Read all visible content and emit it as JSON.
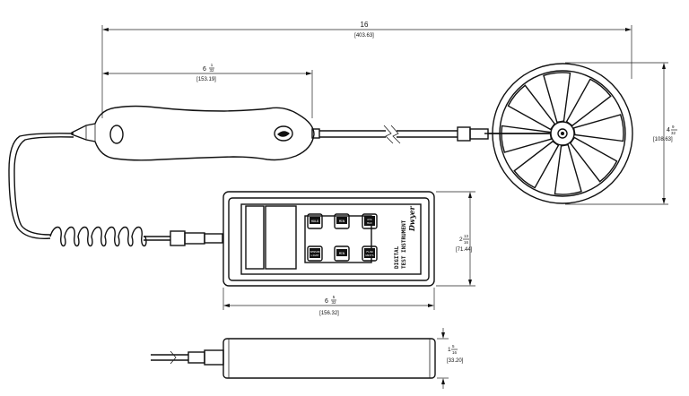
{
  "dimensions": {
    "overall_length": {
      "whole": "16",
      "frac_num": "",
      "frac_den": "",
      "metric": "[403.63]"
    },
    "handle_length": {
      "whole": "6",
      "frac_num": "1",
      "frac_den": "32",
      "metric": "[153.19]"
    },
    "fan_diameter": {
      "whole": "4",
      "frac_num": "9",
      "frac_den": "32",
      "metric": "[108.63]"
    },
    "meter_height": {
      "whole": "2",
      "frac_num": "13",
      "frac_den": "16",
      "metric": "[71.44]"
    },
    "meter_width": {
      "whole": "6",
      "frac_num": "5",
      "frac_den": "32",
      "metric": "[156.32]"
    },
    "meter_depth": {
      "whole": "1",
      "frac_num": "5",
      "frac_den": "16",
      "metric": "[33.20]"
    }
  },
  "meter": {
    "buttons": [
      {
        "line1": "HOLD",
        "line2": ""
      },
      {
        "line1": "MIN",
        "line2": ""
      },
      {
        "line1": "AVG",
        "line2": "MAX"
      },
      {
        "line1": "SENSOR",
        "line2": "LIGHT"
      },
      {
        "line1": "MIN",
        "line2": ""
      },
      {
        "line1": "FLOW",
        "line2": "UNITS"
      }
    ],
    "label_line1": "DIGITAL",
    "label_line2": "TEST INSTRUMENT",
    "brand": "Dwyer"
  }
}
